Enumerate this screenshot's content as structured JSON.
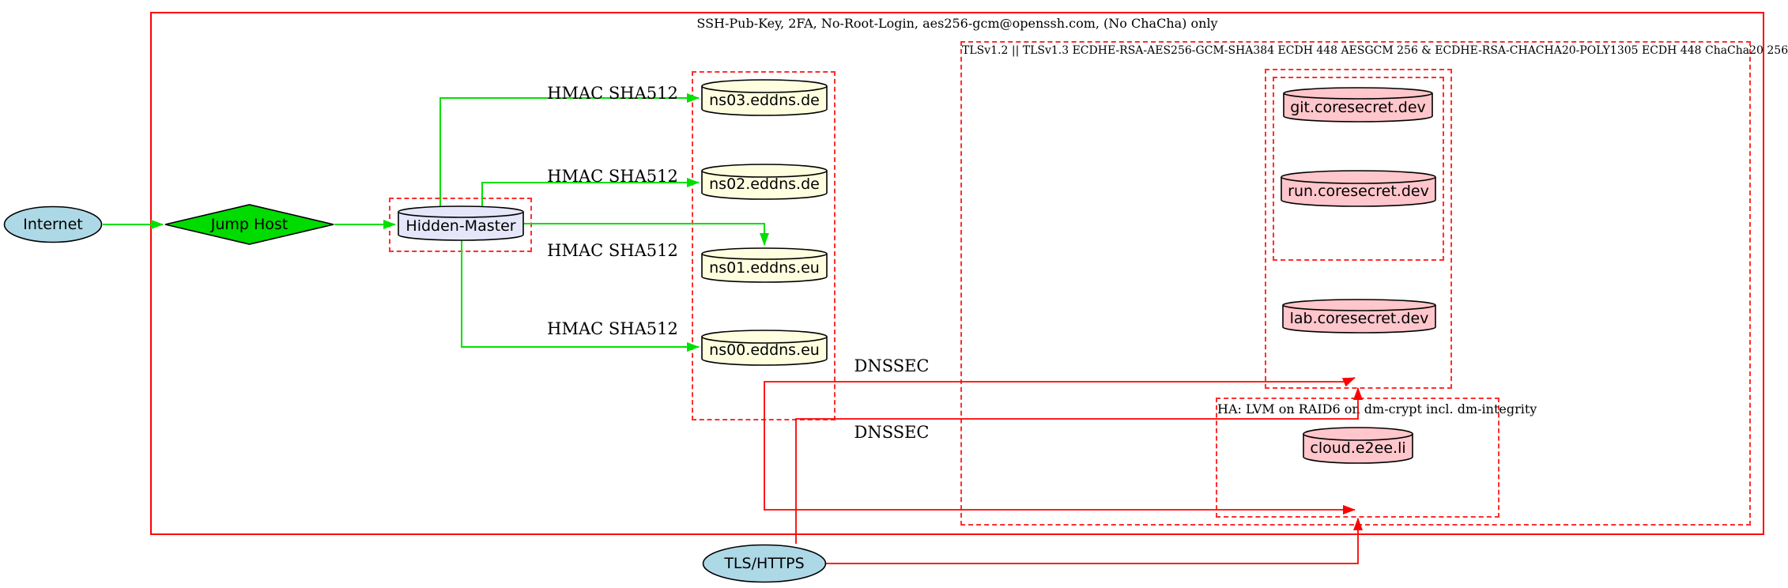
{
  "clusters": {
    "ssh_label": "SSH-Pub-Key, 2FA, No-Root-Login, aes256-gcm@openssh.com, (No ChaCha) only",
    "tls_label": "TLSv1.2 || TLSv1.3 ECDHE-RSA-AES256-GCM-SHA384 ECDH 448 AESGCM 256 & ECDHE-RSA-CHACHA20-POLY1305 ECDH 448 ChaCha20 256",
    "ha_label": "HA: LVM on RAID6 on dm-crypt incl. dm-integrity"
  },
  "nodes": {
    "internet": {
      "label": "Internet",
      "shape": "ellipse",
      "fill": "#add8e6"
    },
    "jump_host": {
      "label": "Jump Host",
      "shape": "diamond",
      "fill": "#00db00"
    },
    "hidden_master": {
      "label": "Hidden-Master",
      "shape": "cylinder",
      "fill": "#e6e6fa"
    },
    "ns03": {
      "label": "ns03.eddns.de",
      "shape": "cylinder",
      "fill": "#ffffe0"
    },
    "ns02": {
      "label": "ns02.eddns.de",
      "shape": "cylinder",
      "fill": "#ffffe0"
    },
    "ns01": {
      "label": "ns01.eddns.eu",
      "shape": "cylinder",
      "fill": "#ffffe0"
    },
    "ns00": {
      "label": "ns00.eddns.eu",
      "shape": "cylinder",
      "fill": "#ffffe0"
    },
    "git": {
      "label": "git.coresecret.dev",
      "shape": "cylinder",
      "fill": "#ffc6cb"
    },
    "run": {
      "label": "run.coresecret.dev",
      "shape": "cylinder",
      "fill": "#ffc6cb"
    },
    "lab": {
      "label": "lab.coresecret.dev",
      "shape": "cylinder",
      "fill": "#ffc6cb"
    },
    "cloud": {
      "label": "cloud.e2ee.li",
      "shape": "cylinder",
      "fill": "#ffc6cb"
    },
    "tls_https": {
      "label": "TLS/HTTPS",
      "shape": "ellipse",
      "fill": "#add8e6"
    }
  },
  "edge_labels": {
    "hmac": "HMAC SHA512",
    "dnssec": "DNSSEC"
  },
  "colors": {
    "secure_edge_green": "#00e000",
    "insecure_edge_red": "#ff0000",
    "cluster_border_red": "#fd2f2f",
    "node_outline": "#000000",
    "ellipse_fill": "#add8e6",
    "diamond_fill": "#00db00",
    "master_fill": "#e6e6fa",
    "ns_fill": "#ffffe0",
    "web_fill": "#ffc6cb"
  }
}
